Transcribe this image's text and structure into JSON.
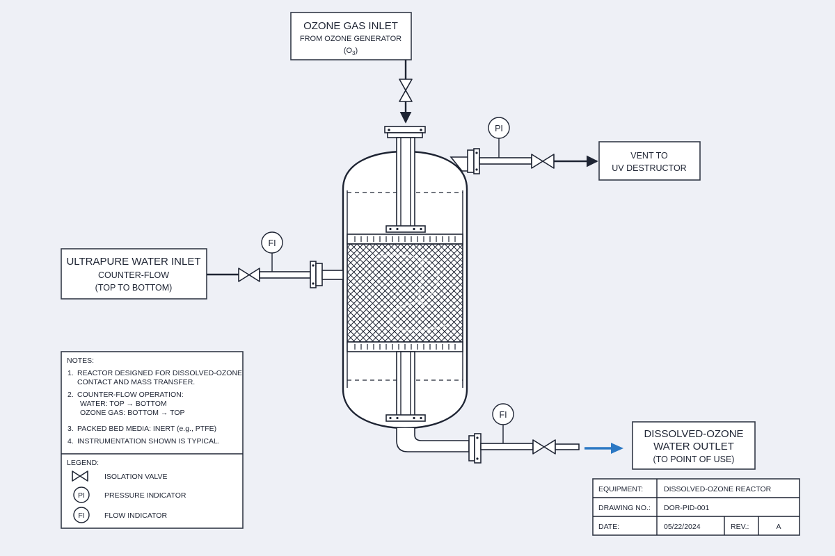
{
  "ozone_inlet": {
    "title": "OZONE GAS INLET",
    "line2": "FROM OZONE GENERATOR",
    "formula_base": "(O",
    "formula_sub": "3",
    "formula_end": ")"
  },
  "vent": {
    "line1": "VENT TO",
    "line2": "UV DESTRUCTOR"
  },
  "water_inlet": {
    "line1": "ULTRAPURE WATER INLET",
    "line2": "COUNTER-FLOW",
    "line3": "(TOP TO BOTTOM)"
  },
  "outlet": {
    "line1": "DISSOLVED-OZONE",
    "line2": "WATER OUTLET",
    "line3": "(TO POINT OF USE)"
  },
  "instruments": {
    "pi_tag": "PI",
    "fi_inlet_tag": "FI",
    "fi_outlet_tag": "FI"
  },
  "notes": {
    "heading": "NOTES:",
    "items": [
      {
        "num": "1.",
        "lines": [
          "REACTOR DESIGNED FOR DISSOLVED-OZONE",
          "CONTACT AND MASS TRANSFER."
        ]
      },
      {
        "num": "2.",
        "lines": [
          "COUNTER-FLOW OPERATION:",
          "WATER:  TOP → BOTTOM",
          "OZONE GAS: BOTTOM → TOP"
        ]
      },
      {
        "num": "3.",
        "lines": [
          "PACKED BED MEDIA: INERT (e.g., PTFE)"
        ]
      },
      {
        "num": "4.",
        "lines": [
          "INSTRUMENTATION SHOWN IS TYPICAL."
        ]
      }
    ]
  },
  "legend": {
    "heading": "LEGEND:",
    "items": [
      {
        "symbol": "valve-icon",
        "tag": "",
        "label": "ISOLATION VALVE"
      },
      {
        "symbol": "instrument-bubble",
        "tag": "PI",
        "label": "PRESSURE INDICATOR"
      },
      {
        "symbol": "instrument-bubble",
        "tag": "FI",
        "label": "FLOW INDICATOR"
      }
    ]
  },
  "title_block": {
    "equipment_label": "EQUIPMENT:",
    "equipment_value": "DISSOLVED-OZONE REACTOR",
    "drawing_label": "DRAWING NO.:",
    "drawing_value": "DOR-PID-001",
    "date_label": "DATE:",
    "date_value": "05/22/2024",
    "rev_label": "REV.:",
    "rev_value": "A"
  },
  "colors": {
    "background": "#eef0f6",
    "line": "#1e2433",
    "outlet_arrow": "#2b78c4"
  }
}
